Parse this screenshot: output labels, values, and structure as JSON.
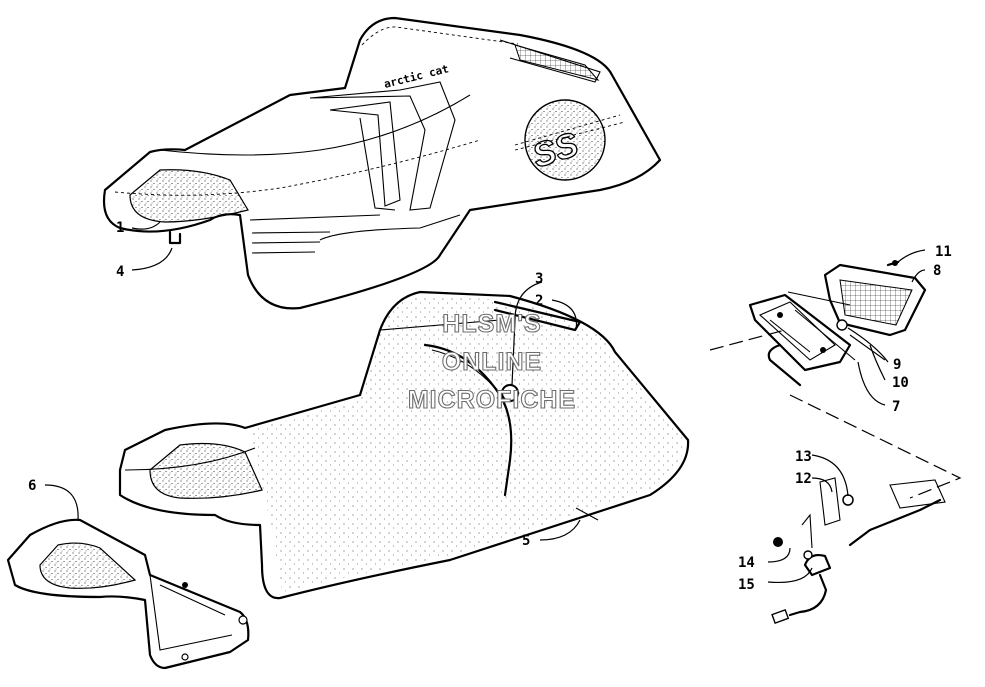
{
  "watermark": {
    "line1": "HLSM'S",
    "line2": "ONLINE",
    "line3": "MICROFICHE"
  },
  "seat_logo": {
    "brand_text": "arctic cat",
    "model_text": "SS"
  },
  "callouts": [
    {
      "id": "c1",
      "label": "1"
    },
    {
      "id": "c2",
      "label": "2"
    },
    {
      "id": "c3",
      "label": "3"
    },
    {
      "id": "c4",
      "label": "4"
    },
    {
      "id": "c5",
      "label": "5"
    },
    {
      "id": "c6",
      "label": "6"
    },
    {
      "id": "c7",
      "label": "7"
    },
    {
      "id": "c8",
      "label": "8"
    },
    {
      "id": "c9",
      "label": "9"
    },
    {
      "id": "c10",
      "label": "10"
    },
    {
      "id": "c11",
      "label": "11"
    },
    {
      "id": "c12",
      "label": "12"
    },
    {
      "id": "c13",
      "label": "13"
    },
    {
      "id": "c14",
      "label": "14"
    },
    {
      "id": "c15",
      "label": "15"
    }
  ]
}
